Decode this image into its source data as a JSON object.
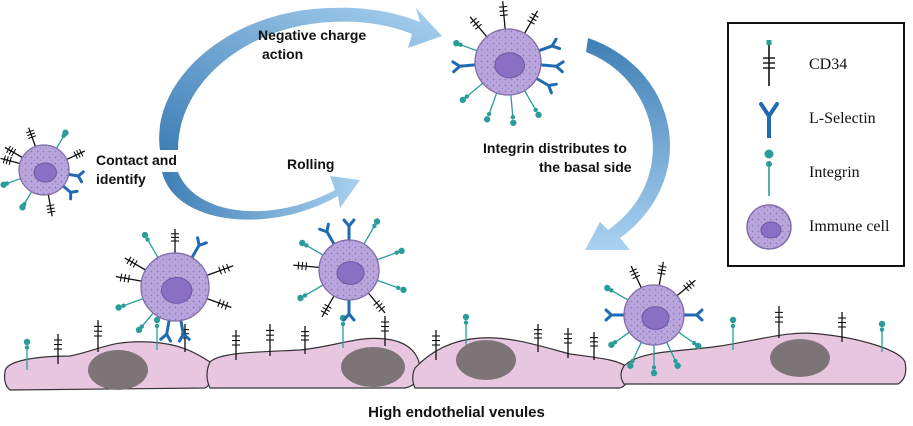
{
  "labels": {
    "negative_charge": [
      "Negative charge",
      "action"
    ],
    "contact": [
      "Contact and",
      "identify"
    ],
    "rolling": "Rolling",
    "integrin_distributes": [
      "Integrin distributes to",
      "the basal side"
    ]
  },
  "caption": "High endothelial venules",
  "legend": {
    "items": [
      {
        "label": "CD34",
        "icon": "cd34-icon"
      },
      {
        "label": "L-Selectin",
        "icon": "l-selectin-icon"
      },
      {
        "label": "Integrin",
        "icon": "integrin-icon"
      },
      {
        "label": "Immune cell",
        "icon": "immune-cell-icon"
      }
    ]
  },
  "colors": {
    "cd34": "#111111",
    "selectin": "#1f6ab3",
    "integrin": "#2a9d9b",
    "cell_fill": "#b9a6dc",
    "cell_stroke": "#7f6aa8",
    "nucleus": "#8b6fc4",
    "endothelium": "#e9c6e0",
    "endothelium_stroke": "#333333",
    "endo_nucleus": "#7d7478",
    "arrow": "#5b95c8"
  }
}
